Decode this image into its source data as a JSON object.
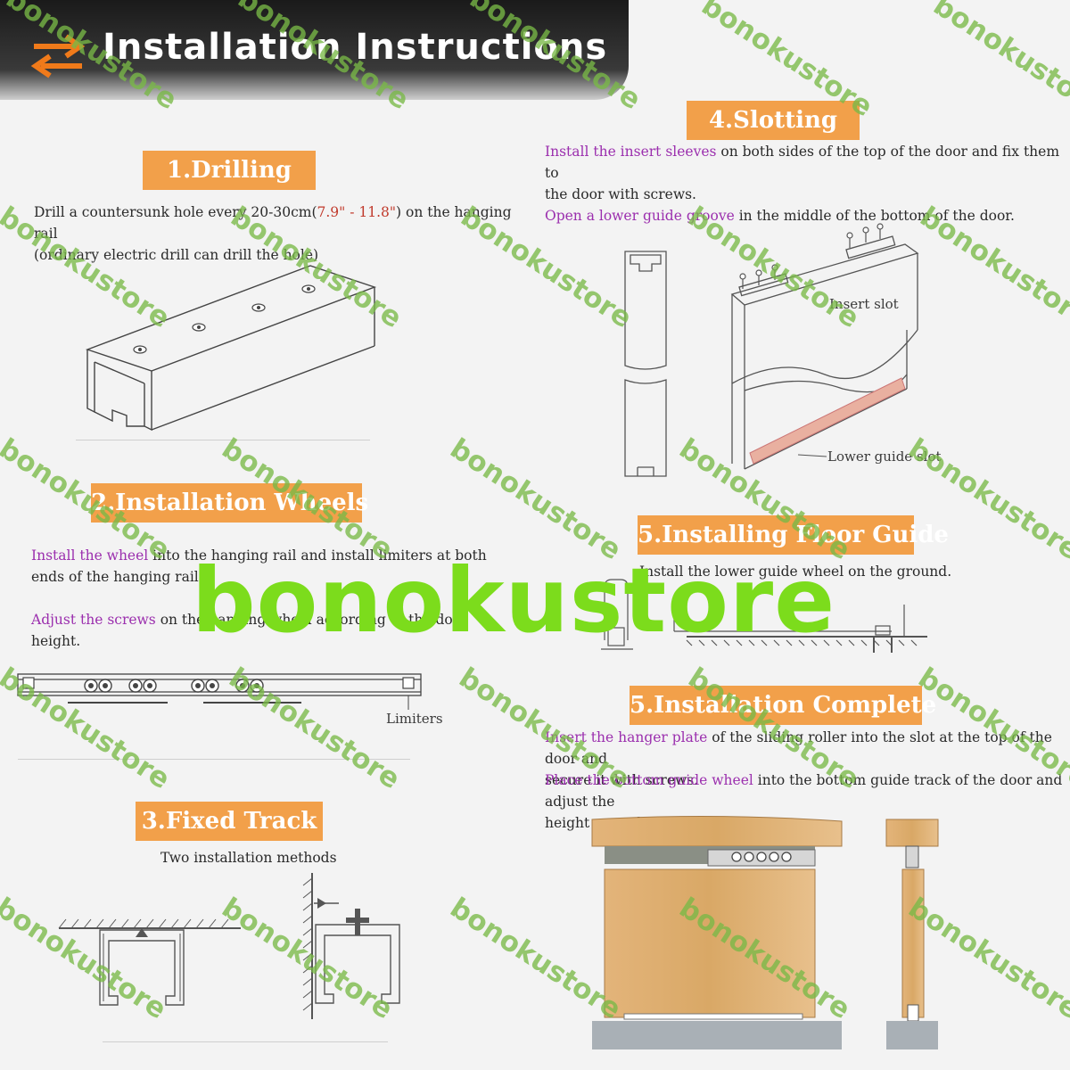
{
  "header": {
    "title": "Installation Instructions",
    "icon": "swap-arrows-icon",
    "accent": "#f07a1a"
  },
  "colors": {
    "tag_bg": "#f2a04a",
    "highlight": "#9b2fae",
    "red_text": "#c0392b",
    "watermark": "#7cdc1c"
  },
  "drilling": {
    "title": "1.Drilling",
    "line1_pre": "Drill a countersunk hole every 20-30cm(",
    "line1_red": "7.9\" - 11.8\"",
    "line1_post": ") on the hanging rail",
    "line2": "(ordinary electric drill can drill the hole)"
  },
  "wheels": {
    "title": "2.Installation Wheels",
    "p1_hl": "Install the wheel",
    "p1_rest": " into the hanging rail and install limiters at both",
    "p1_line2": "ends of the hanging rail.",
    "p2_hl": "Adjust the screws",
    "p2_rest": " on the hanging wheel according to the door height.",
    "label_limiters": "Limiters"
  },
  "fixed_track": {
    "title": "3.Fixed Track",
    "subtitle": "Two installation methods"
  },
  "slotting": {
    "title": "4.Slotting",
    "p1_hl": "Install the insert sleeves",
    "p1_rest": " on both sides of the top of the door and fix them to",
    "p1_line2": "the door with screws.",
    "p2_hl": "Open a lower guide groove",
    "p2_rest": " in the middle of the bottom of the door.",
    "label_insert": "Insert slot",
    "label_lower": "Lower guide slot"
  },
  "floor_guide": {
    "title": "5.Installing Floor Guide",
    "text": "Install the lower guide wheel on the ground."
  },
  "complete": {
    "title": "5.Installation Complete",
    "p1_hl": "Insert the hanger plate",
    "p1_rest": " of the sliding roller into the slot at the top of the door and",
    "p1_line2": "secure it with screws.",
    "p2_hl": "Place the bottom guide wheel",
    "p2_rest": " into the bottom guide track of the door and adjust the",
    "p2_line2": "height accordingly."
  },
  "watermark": {
    "small": "bonokustore",
    "big": "bonokustore"
  }
}
